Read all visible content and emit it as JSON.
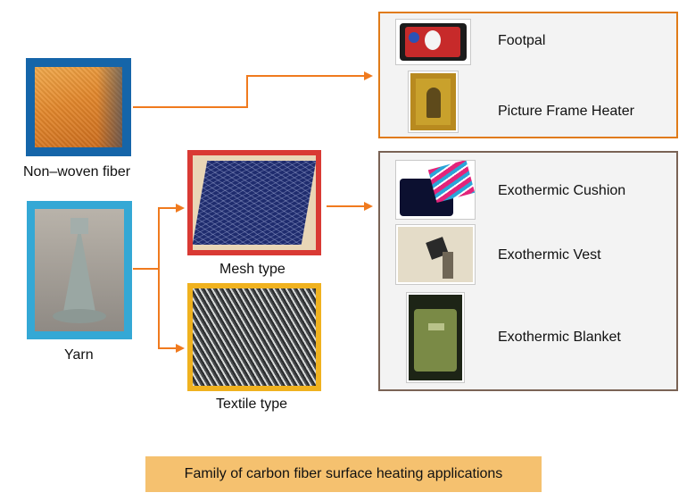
{
  "materials": {
    "nonwoven": {
      "label": "Non–woven fiber"
    },
    "yarn": {
      "label": "Yarn"
    },
    "mesh": {
      "label": "Mesh type"
    },
    "textile": {
      "label": "Textile type"
    }
  },
  "panels": {
    "top": {
      "items": [
        {
          "label": "Footpal"
        },
        {
          "label": "Picture Frame Heater"
        }
      ]
    },
    "bottom": {
      "items": [
        {
          "label": "Exothermic Cushion"
        },
        {
          "label": "Exothermic Vest"
        },
        {
          "label": "Exothermic Blanket"
        }
      ]
    }
  },
  "caption": "Family of carbon fiber surface heating applications",
  "colors": {
    "arrow": "#f07a1e",
    "nonwoven_frame": "#1565a9",
    "yarn_frame": "#34a8d5",
    "mesh_frame": "#d93a34",
    "textile_frame": "#f0b21f",
    "top_panel_border": "#e07b18",
    "bottom_panel_border": "#7a6355",
    "caption_bg": "#f5c16f"
  }
}
